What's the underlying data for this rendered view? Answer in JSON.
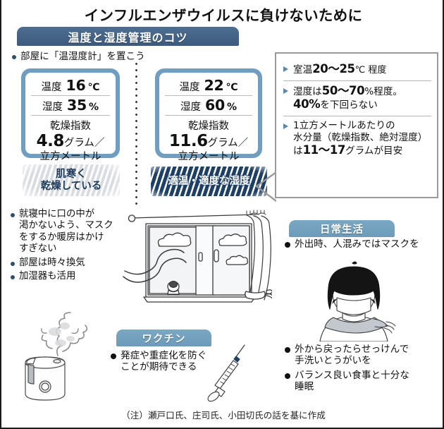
{
  "title": "インフルエンザウイルスに負けないために",
  "sections": {
    "kanri": {
      "header": "温度と湿度管理のコツ"
    },
    "daily": {
      "header": "日常生活"
    },
    "vaccine": {
      "header": "ワクチン"
    }
  },
  "thermo_note": "部屋に「温湿度計」を置こう",
  "cards": [
    {
      "id": "cold",
      "temp_label": "温度",
      "temp_value": "16",
      "temp_unit": "℃",
      "hum_label": "湿度",
      "hum_value": "35",
      "hum_unit": "%",
      "index_label": "乾燥指数",
      "index_value": "4.8",
      "index_unit_a": "グラム／",
      "index_unit_b": "立方メートル",
      "badge": "肌寒く\n乾燥している",
      "badge_line1": "肌寒く",
      "badge_line2": "乾燥している"
    },
    {
      "id": "good",
      "temp_label": "温度",
      "temp_value": "22",
      "temp_unit": "℃",
      "hum_label": "湿度",
      "hum_value": "60",
      "hum_unit": "%",
      "index_label": "乾燥指数",
      "index_value": "11.6",
      "index_unit_a": "グラム／",
      "index_unit_b": "立方メートル",
      "badge_line1": "適温・適度な湿度"
    }
  ],
  "guide": {
    "item1_pre": "室温",
    "item1_num": "20〜25",
    "item1_post": "℃ 程度",
    "item2_pre": "湿度は",
    "item2_num": "50〜70",
    "item2_mid": "%程度。",
    "item2_num2": "40%",
    "item2_post": "を下回らない",
    "item3_line1": "1立方メートルあたりの",
    "item3_line2": "水分量（乾燥指数、絶対湿度）",
    "item3_pre": "は",
    "item3_num": "11〜17",
    "item3_post": "グラムが目安"
  },
  "sleep_list": [
    "就寝中に口の中が\n渇かないよう、マスク\nをするか暖房はかけ\nすぎない",
    "部屋は時々換気",
    "加湿器も活用"
  ],
  "sleep_items": {
    "a_l1": "就寝中に口の中が",
    "a_l2": "渇かないよう、マスク",
    "a_l3": "をするか暖房はかけ",
    "a_l4": "すぎない",
    "b": "部屋は時々換気",
    "c": "加湿器も活用"
  },
  "daily_list": {
    "a": "外出時、人混みではマスクを",
    "b_l1": "外から戻ったらせっけんで",
    "b_l2": "手洗いとうがいを",
    "c_l1": "バランス良い食事と十分な",
    "c_l2": "睡眠"
  },
  "vaccine_list": {
    "a_l1": "発症や重症化を防ぐ",
    "a_l2": "ことが期待できる"
  },
  "footer": "（注）瀬戸口氏、庄司氏、小田切氏の話を基に作成",
  "colors": {
    "header_dark": "#3c5a7d",
    "header_mid": "#6c9cba",
    "card_border": "#6f9ec0",
    "badge_navy": "#1e3f66",
    "badge_gray": "#d8dbe0",
    "guide_border": "#9a9a9a",
    "arrow": "#5e86a8",
    "text": "#111111"
  },
  "icons": {
    "bullet": "bullet-dot-icon",
    "arrow": "triangle-right-icon",
    "window": "window-illustration-icon",
    "humidifier": "humidifier-illustration-icon",
    "person": "masked-person-illustration-icon",
    "syringe": "syringe-illustration-icon"
  }
}
